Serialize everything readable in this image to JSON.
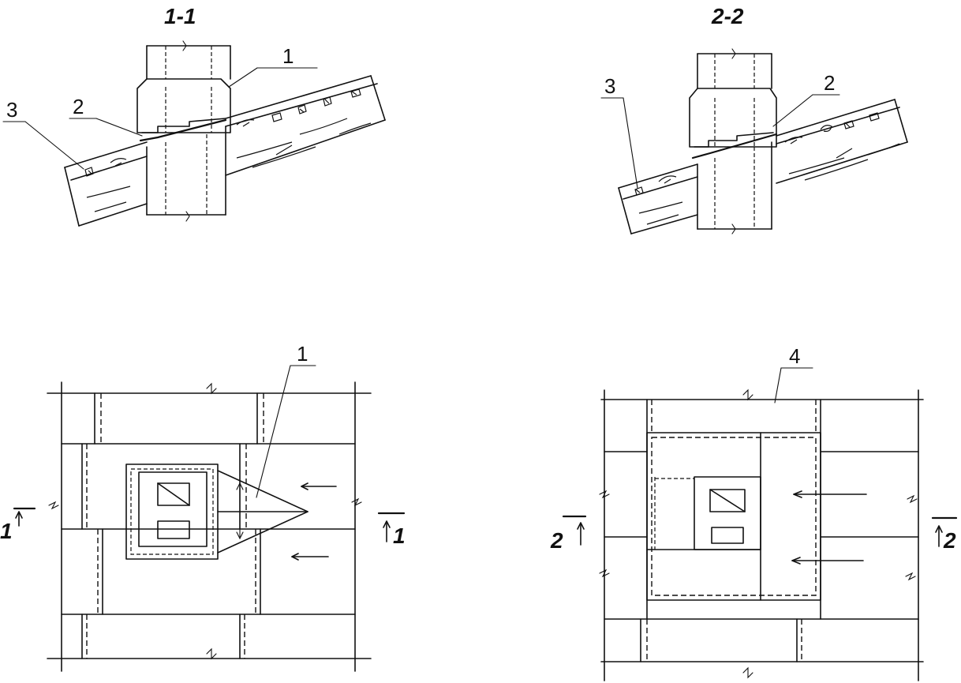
{
  "titles": {
    "section_1": "1-1",
    "section_2": "2-2"
  },
  "callouts": {
    "s1_label_1": "1",
    "s1_label_2": "2",
    "s1_label_3": "3",
    "s2_label_2": "2",
    "s2_label_3": "3",
    "p1_label_1": "1",
    "p2_label_4": "4"
  },
  "section_marks": {
    "p1_left": "1",
    "p1_right": "1",
    "p2_left": "2",
    "p2_right": "2"
  }
}
